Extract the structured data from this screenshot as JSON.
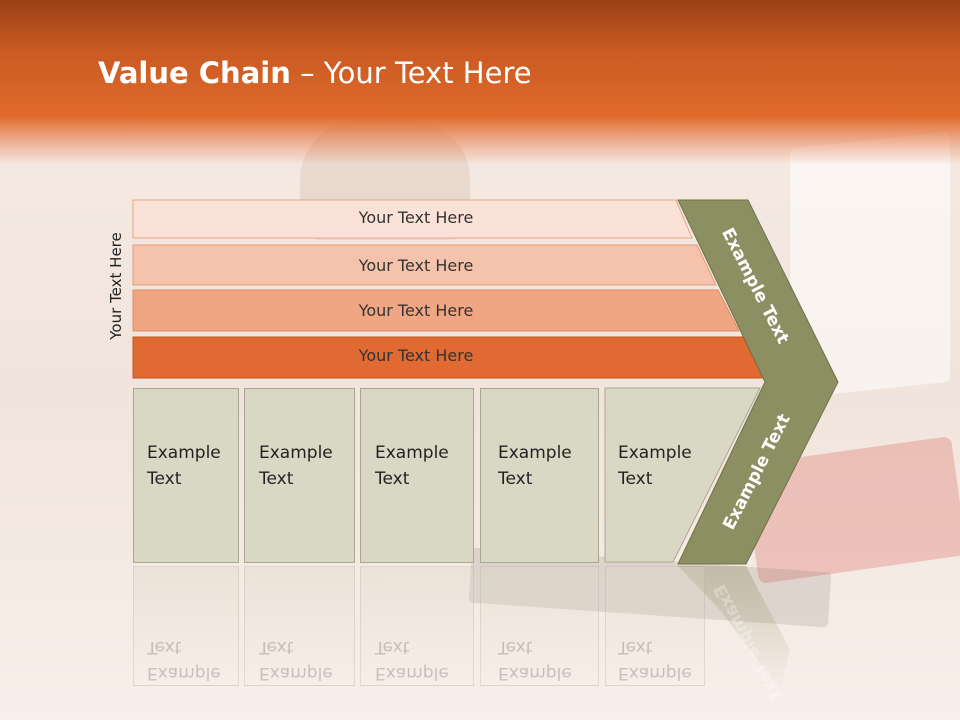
{
  "slide": {
    "title_bold": "Value Chain",
    "title_rest": " – Your Text Here",
    "side_label": "Your Text Here"
  },
  "rows": [
    {
      "label": "Your Text Here"
    },
    {
      "label": "Your Text Here"
    },
    {
      "label": "Your Text Here"
    },
    {
      "label": "Your Text Here"
    }
  ],
  "boxes": [
    {
      "line1": "Example",
      "line2": "Text"
    },
    {
      "line1": "Example",
      "line2": "Text"
    },
    {
      "line1": "Example",
      "line2": "Text"
    },
    {
      "line1": "Example",
      "line2": "Text"
    },
    {
      "line1": "Example",
      "line2": "Text"
    }
  ],
  "chevron": {
    "upper_label": "Example Text",
    "lower_label": "Example Text"
  },
  "colors": {
    "header": "#e06a2b",
    "row1": "#fbe2d8",
    "row2": "#f5c3ab",
    "row3": "#f0a682",
    "row4": "#e16a33",
    "chevron": "#8c8f62",
    "box": "#d8d8c4"
  }
}
